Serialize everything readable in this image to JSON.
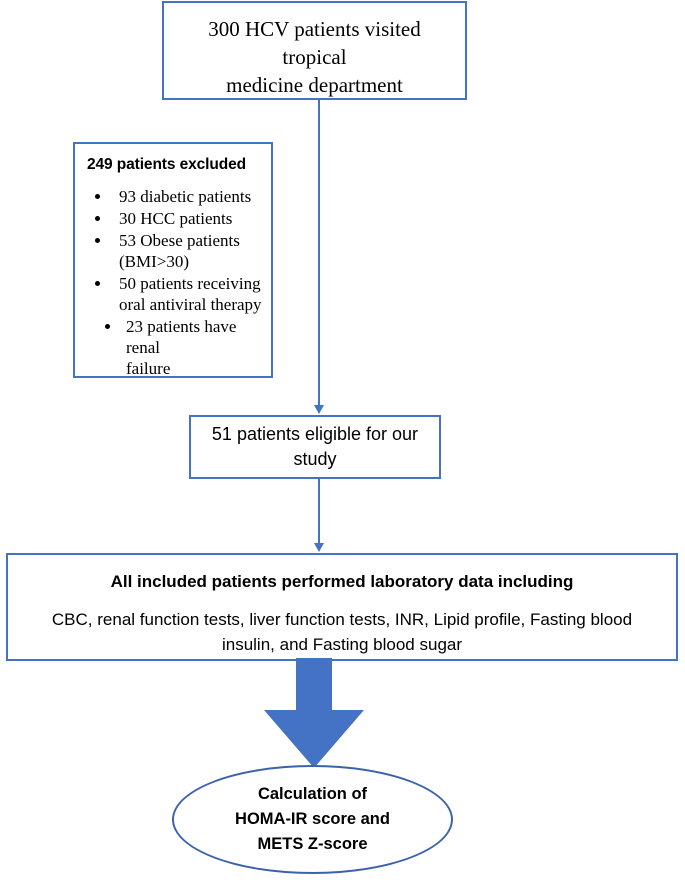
{
  "diagram": {
    "title": "Patient selection and analysis flow chart",
    "colors": {
      "box_border": "#4472C4",
      "ellipse_border": "#3B63AB",
      "arrow_fill": "#4472C4",
      "connector": "#4472C4",
      "background": "#FFFFFF",
      "text": "#000000"
    },
    "top_box": {
      "line1": "300 HCV patients visited tropical",
      "line2": "medicine department"
    },
    "excluded_box": {
      "heading": "249 patients excluded",
      "items": [
        {
          "text": "93 diabetic patients",
          "sub": ""
        },
        {
          "text": "30 HCC patients",
          "sub": ""
        },
        {
          "text": "53 Obese patients",
          "sub": "(BMI>30)"
        },
        {
          "text": "50 patients receiving",
          "sub": "oral antiviral therapy"
        },
        {
          "text": "23 patients have renal",
          "sub": "failure"
        }
      ]
    },
    "eligible_box": {
      "line1": "51 patients eligible for our",
      "line2": "study"
    },
    "lab_box": {
      "title": "All included patients performed laboratory data including",
      "body": "CBC, renal function tests, liver function tests, INR, Lipid profile, Fasting blood insulin, and Fasting blood sugar"
    },
    "result_ellipse": {
      "line1": "Calculation of",
      "line2": "HOMA-IR score and",
      "line3": "METS Z-score"
    }
  }
}
